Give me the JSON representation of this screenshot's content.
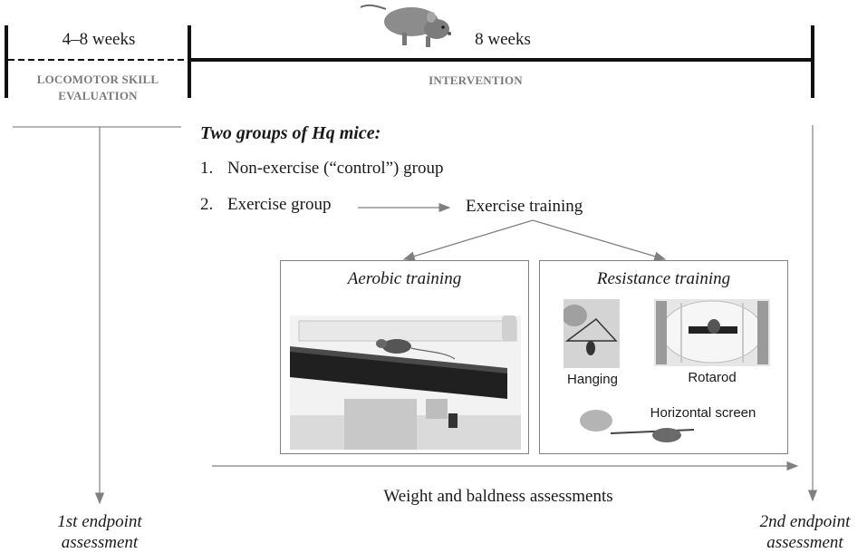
{
  "timeline": {
    "phase1_duration": "4–8 weeks",
    "phase2_duration": "8 weeks",
    "phase1_label_line1": "LOCOMOTOR SKILL",
    "phase1_label_line2": "EVALUATION",
    "phase2_label": "INTERVENTION"
  },
  "groups": {
    "heading": "Two groups of Hq mice:",
    "item1_number": "1.",
    "item1_text": "Non-exercise (“control”) group",
    "item2_number": "2.",
    "item2_text": "Exercise group",
    "exercise_training": "Exercise training"
  },
  "panels": {
    "aerobic_title": "Aerobic training",
    "resistance_title": "Resistance training",
    "hanging_label": "Hanging",
    "rotarod_label": "Rotarod",
    "horizontal_screen_label": "Horizontal screen"
  },
  "bottom": {
    "assessments": "Weight and baldness assessments",
    "endpoint1_line1": "1st endpoint",
    "endpoint1_line2": "assessment",
    "endpoint2_line1": "2nd endpoint",
    "endpoint2_line2": "assessment"
  },
  "colors": {
    "timeline": "#111111",
    "guide_lines": "#8a8a8a",
    "caps_text": "#7a7a7a",
    "panel_border": "#808080"
  }
}
